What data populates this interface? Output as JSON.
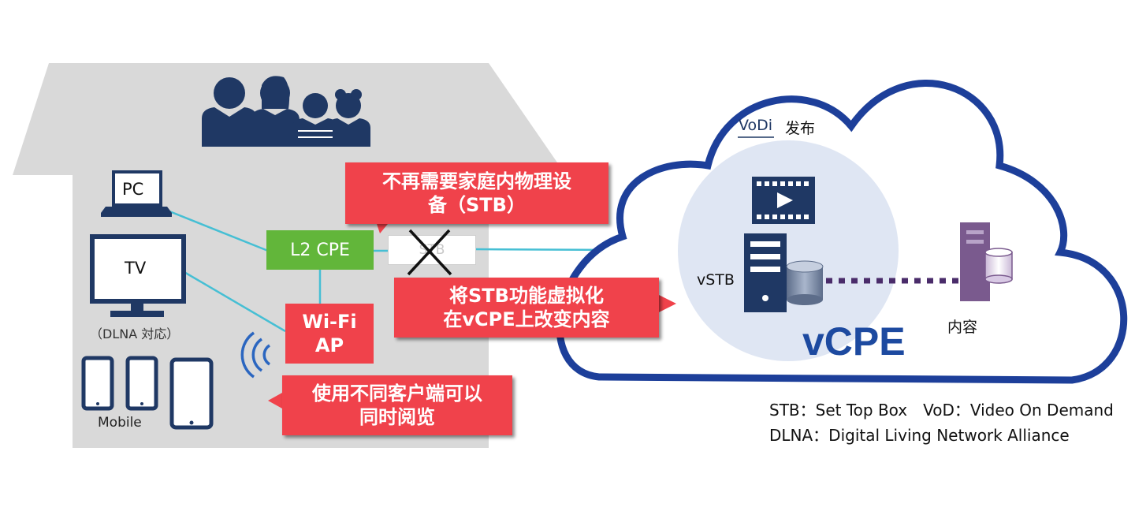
{
  "home": {
    "pc_label": "PC",
    "tv_label": "TV",
    "dlna_label": "（DLNA 対応）",
    "mobile_label": "Mobile",
    "l2cpe_label": "L2 CPE",
    "stb_label": "STB",
    "wifi_line1": "Wi-Fi",
    "wifi_line2": "AP"
  },
  "callouts": {
    "no_device_line1": "不再需要家庭内物理设",
    "no_device_line2": "备（STB）",
    "virtualize_line1": "将STB功能虚拟化",
    "virtualize_line2": "在vCPE上改变内容",
    "clients_line1": "使用不同客户端可以",
    "clients_line2": "同时阅览"
  },
  "cloud": {
    "vod_label": "VoDi",
    "publish_label": "发布",
    "vstb_label": "vSTB",
    "content_label": "内容",
    "vcpe_label": "vCPE"
  },
  "legend": {
    "line1": "STB：Set Top Box　VoD：Video On Demand",
    "line2": "DLNA：Digital Living Network Alliance"
  },
  "colors": {
    "house": "#d9d9d9",
    "navy": "#1f3864",
    "cloud_border": "#1d3f9a",
    "callout_red": "#f0424b",
    "l2cpe_green": "#62b63a",
    "link_cyan": "#46bfd4",
    "vcpe_blue": "#1d4aa0",
    "server_purple": "#7a5a8e"
  }
}
